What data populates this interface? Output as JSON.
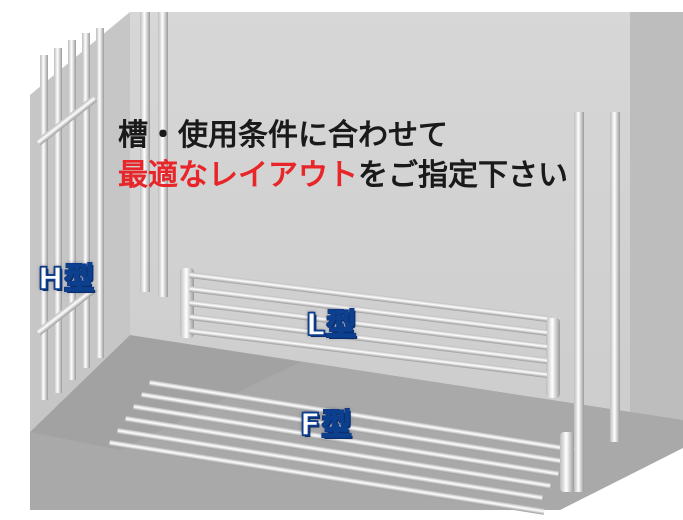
{
  "headline": {
    "line1": "槽・使用条件に合わせて",
    "line2_highlight": "最適なレイアウト",
    "line2_rest": "をご指定下さい"
  },
  "labels": {
    "h_type": "H型",
    "l_type": "L型",
    "f_type": "F型"
  },
  "colors": {
    "highlight": "#e8262a",
    "label_outline": "#0d3f8f",
    "label_fill": "#ffffff"
  }
}
